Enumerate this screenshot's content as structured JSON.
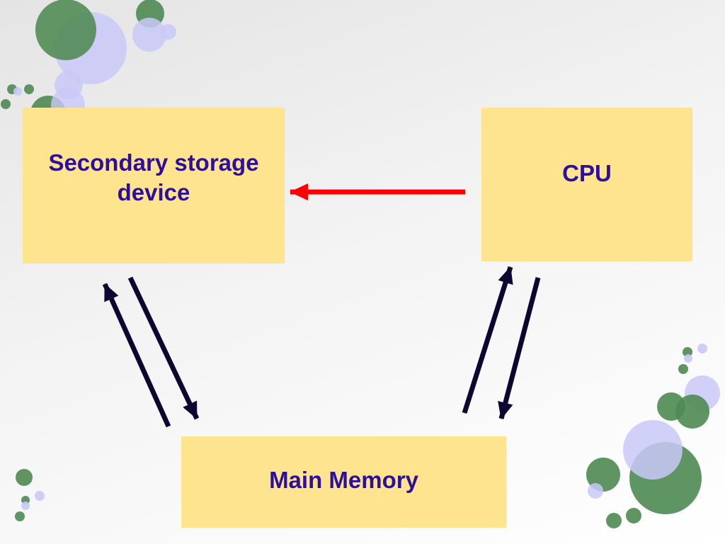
{
  "diagram": {
    "nodes": {
      "secondary_storage": {
        "label": "Secondary storage device"
      },
      "cpu": {
        "label": "CPU"
      },
      "main_memory": {
        "label": "Main Memory"
      }
    },
    "edges": [
      {
        "from": "cpu",
        "to": "secondary_storage",
        "color": "#ff0000"
      },
      {
        "from": "main_memory",
        "to": "secondary_storage",
        "color": "#0d0630"
      },
      {
        "from": "secondary_storage",
        "to": "main_memory",
        "color": "#0d0630"
      },
      {
        "from": "main_memory",
        "to": "cpu",
        "color": "#0d0630"
      },
      {
        "from": "cpu",
        "to": "main_memory",
        "color": "#0d0630"
      }
    ]
  },
  "colors": {
    "box_fill": "#ffe490",
    "label_text": "#2e0f99",
    "bubble_green": "#4e8a52",
    "bubble_lavender": "#c9c8f7"
  }
}
